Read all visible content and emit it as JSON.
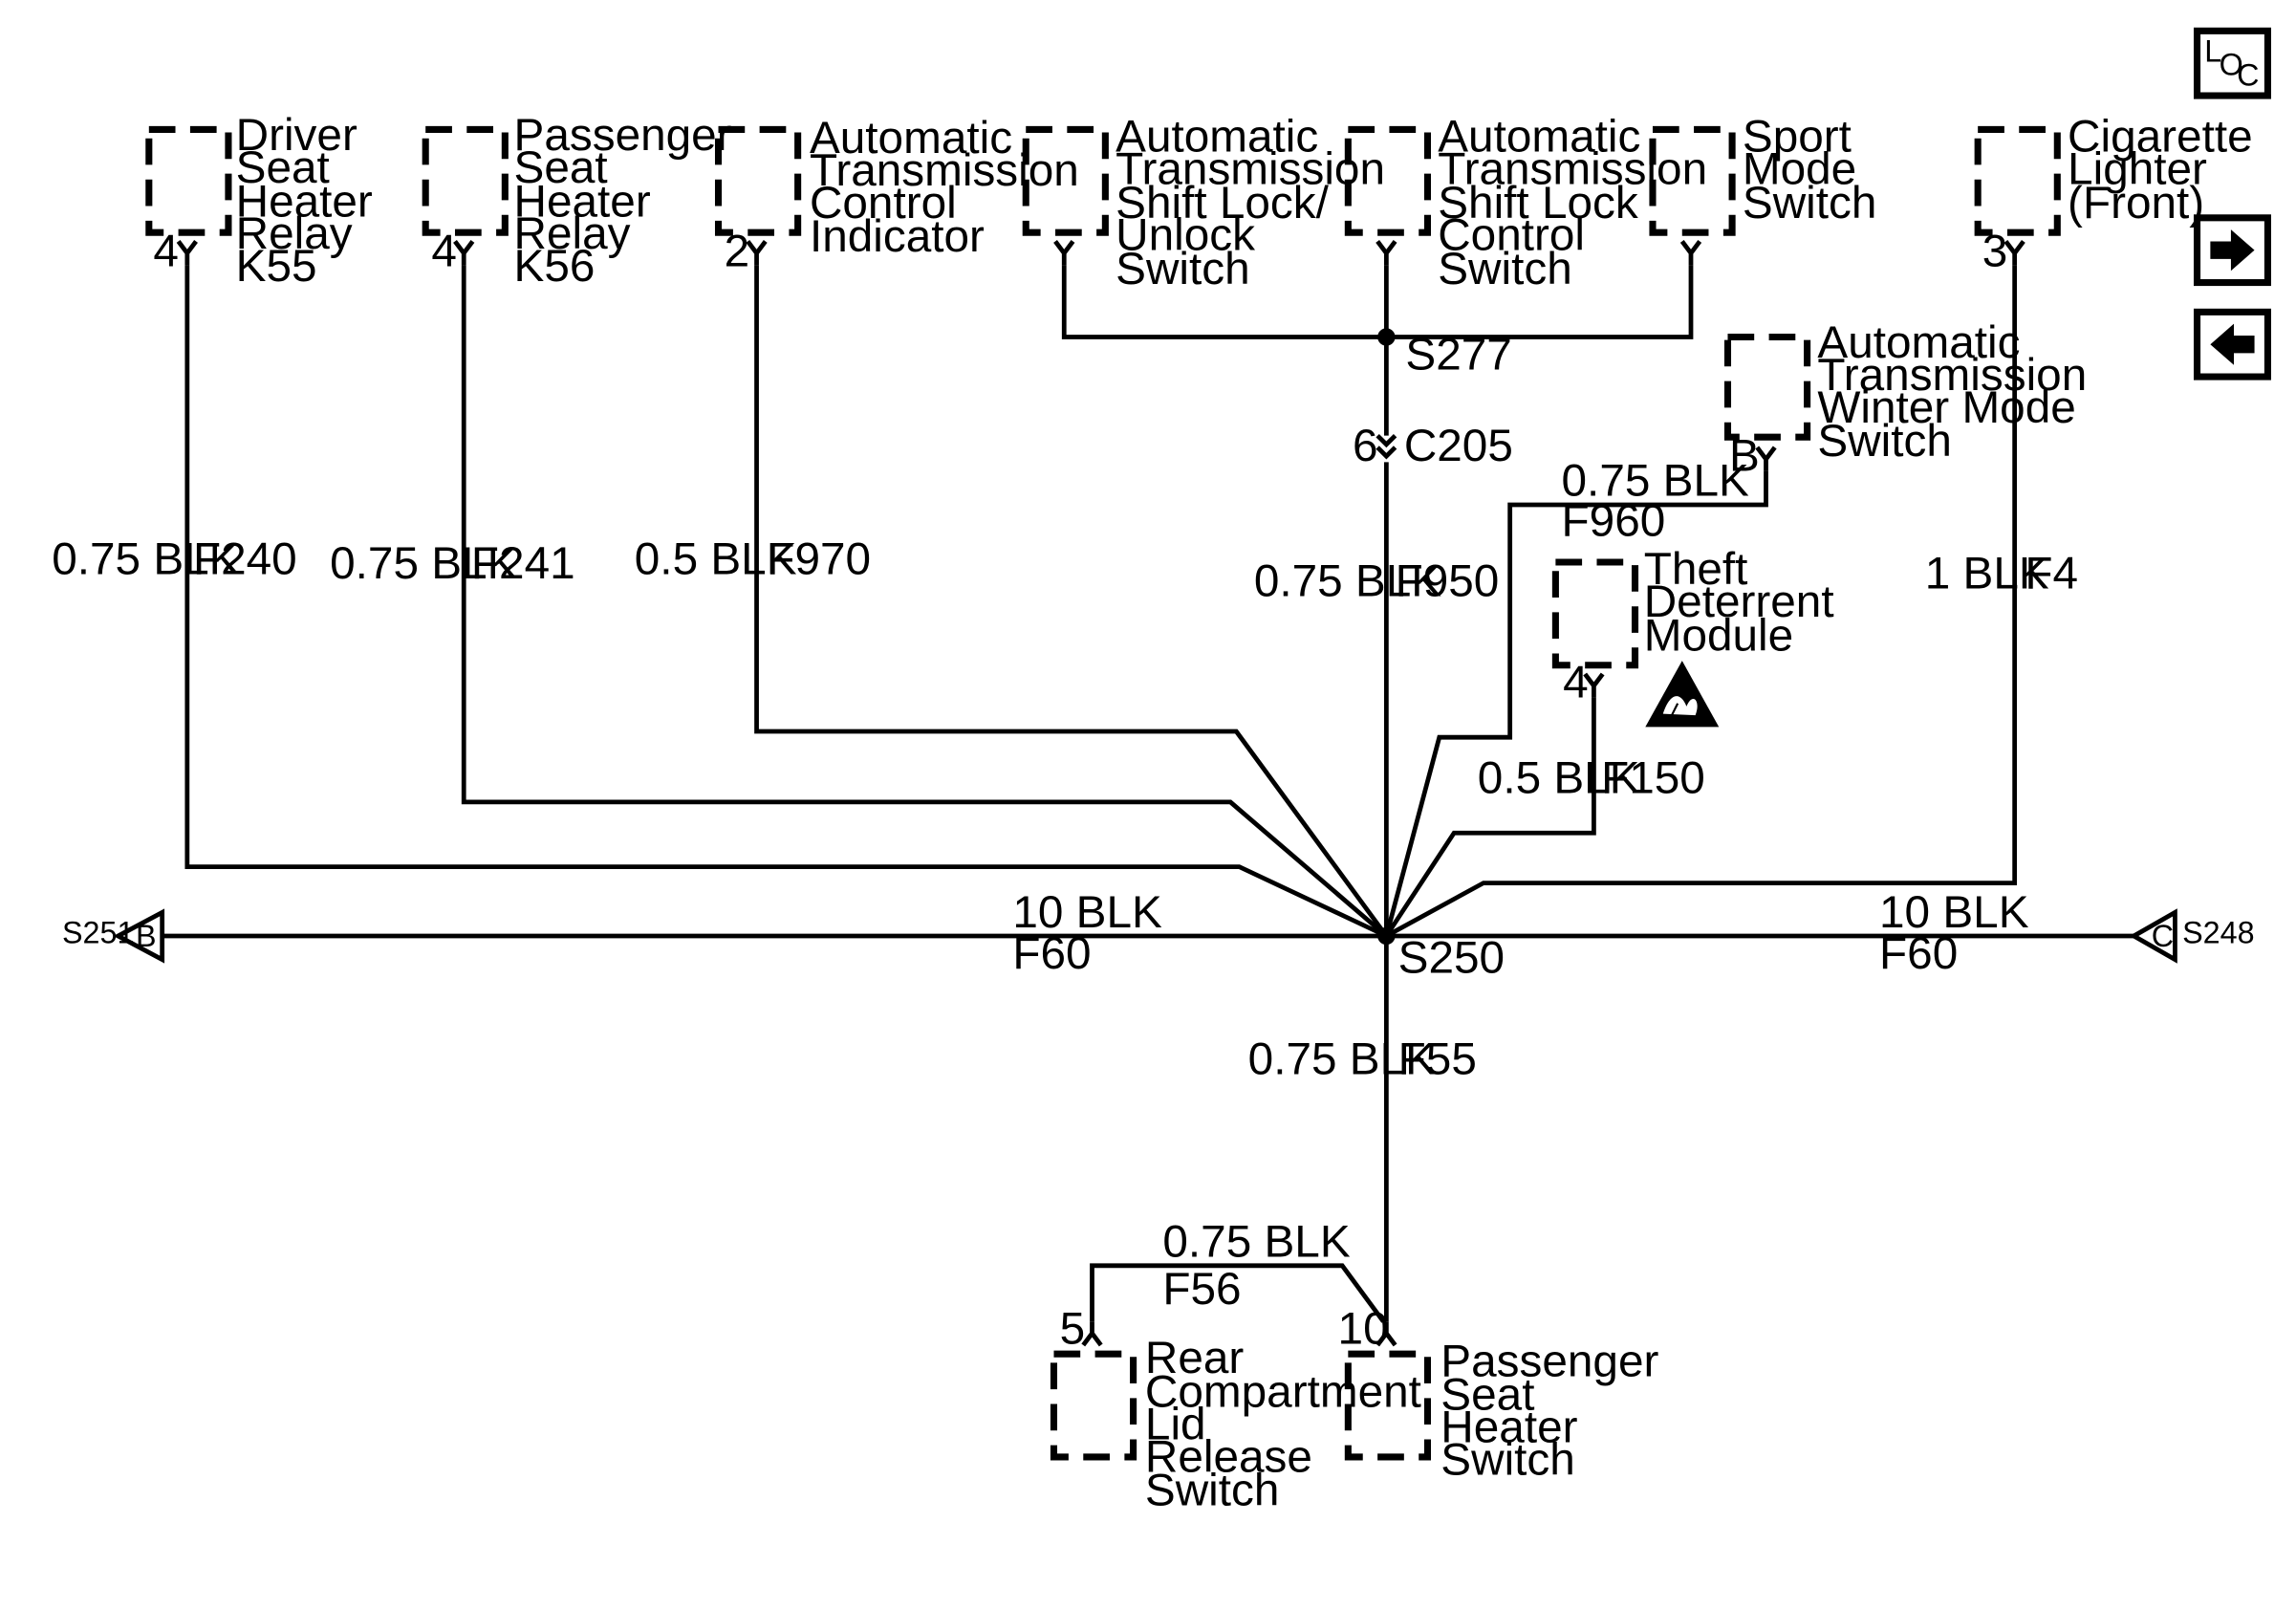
{
  "icons": {
    "loc": [
      "L",
      "O",
      "C"
    ],
    "next": "arrow-right-icon",
    "prev": "arrow-left-icon",
    "esd": "esd-warning-icon"
  },
  "components": {
    "driver_seat_relay": [
      "Driver",
      "Seat",
      "Heater",
      "Relay",
      "K55"
    ],
    "passenger_seat_relay": [
      "Passenger",
      "Seat",
      "Heater",
      "Relay",
      "K56"
    ],
    "trans_control_indicator": [
      "Automatic",
      "Transmission",
      "Control",
      "Indicator"
    ],
    "shift_lock_unlock_switch": [
      "Automatic",
      "Transmission",
      "Shift Lock/",
      "Unlock",
      "Switch"
    ],
    "shift_lock_control_switch": [
      "Automatic",
      "Transmission",
      "Shift Lock",
      "Control",
      "Switch"
    ],
    "sport_mode_switch": [
      "Sport",
      "Mode",
      "Switch"
    ],
    "cigarette_lighter": [
      "Cigarette",
      "Lighter",
      "(Front)"
    ],
    "winter_mode_switch": [
      "Automatic",
      "Transmission",
      "Winter Mode",
      "Switch"
    ],
    "theft_deterrent_module": [
      "Theft",
      "Deterrent",
      "Module"
    ],
    "rear_compartment_switch": [
      "Rear",
      "Compartment",
      "Lid",
      "Release",
      "Switch"
    ],
    "passenger_seat_switch": [
      "Passenger",
      "Seat",
      "Heater",
      "Switch"
    ]
  },
  "pins": {
    "driver_relay": "4",
    "passenger_relay": "4",
    "control_indicator": "2",
    "cigarette_lighter": "3",
    "winter_mode": "B",
    "theft_module": "4",
    "c205": "6",
    "rear_compartment": "5",
    "passenger_switch": "10"
  },
  "connectors": {
    "c205": "C205",
    "left_ref": "S251",
    "left_ref_pin": "B",
    "right_ref": "S248",
    "right_ref_pin": "C"
  },
  "splices": {
    "s277": "S277",
    "s250": "S250"
  },
  "wires": {
    "f240": {
      "size": "0.75 BLK",
      "circuit": "F240"
    },
    "f241": {
      "size": "0.75 BLK",
      "circuit": "F241"
    },
    "f970": {
      "size": "0.5 BLK",
      "circuit": "F970"
    },
    "f950": {
      "size": "0.75 BLK",
      "circuit": "F950"
    },
    "f960": {
      "size": "0.75 BLK",
      "circuit": "F960"
    },
    "f150": {
      "size": "0.5 BLK",
      "circuit": "F150"
    },
    "f4": {
      "size": "1 BLK",
      "circuit": "F4"
    },
    "f60_left": {
      "size": "10 BLK",
      "circuit": "F60"
    },
    "f60_right": {
      "size": "10 BLK",
      "circuit": "F60"
    },
    "f55": {
      "size": "0.75 BLK",
      "circuit": "F55"
    },
    "f56": {
      "size": "0.75 BLK",
      "circuit": "F56"
    }
  }
}
